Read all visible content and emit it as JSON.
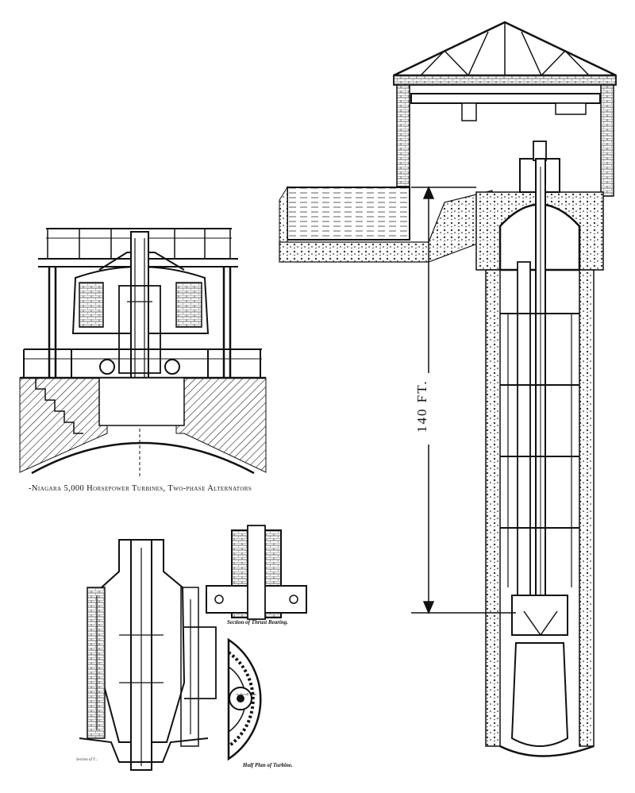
{
  "captions": {
    "main": "-Niagara 5,000 Horsepower Turbines, Two-phase Alternators",
    "thrust_bearing": "Section of Thrust Bearing.",
    "half_plan": "Half Plan of Turbine.",
    "turbine_section": "Section of T..."
  },
  "dimensions": {
    "shaft_depth": "140 FT."
  },
  "labels": {
    "plan_note": "to Scroll Case"
  }
}
